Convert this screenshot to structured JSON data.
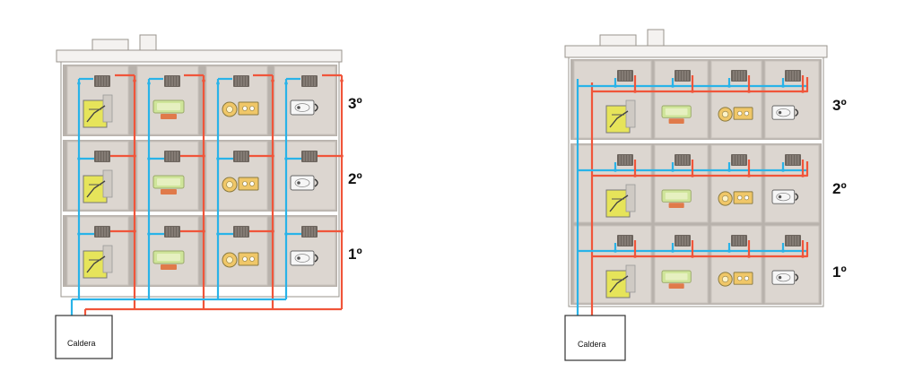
{
  "colors": {
    "supply": "#f0553a",
    "return": "#29b3e8",
    "wall": "#dcd6d0",
    "wall_edge": "#b8b2ac",
    "building_edge": "#9a948e",
    "radiator": "#6d655e",
    "furniture_yellow": "#e6e45a",
    "furniture_green": "#cfe59a",
    "furniture_orange": "#e07a4a",
    "furniture_gold": "#f0c768"
  },
  "diagrams": [
    {
      "id": "vertical-risers",
      "floors": [
        "3º",
        "2º",
        "1º"
      ],
      "boiler_label": "Caldera"
    },
    {
      "id": "horizontal-distribution",
      "floors": [
        "3º",
        "2º",
        "1º"
      ],
      "boiler_label": "Caldera"
    }
  ],
  "room_icons": [
    "bedroom-icon",
    "sofa-icon",
    "kitchen-icon",
    "bathroom-icon"
  ]
}
